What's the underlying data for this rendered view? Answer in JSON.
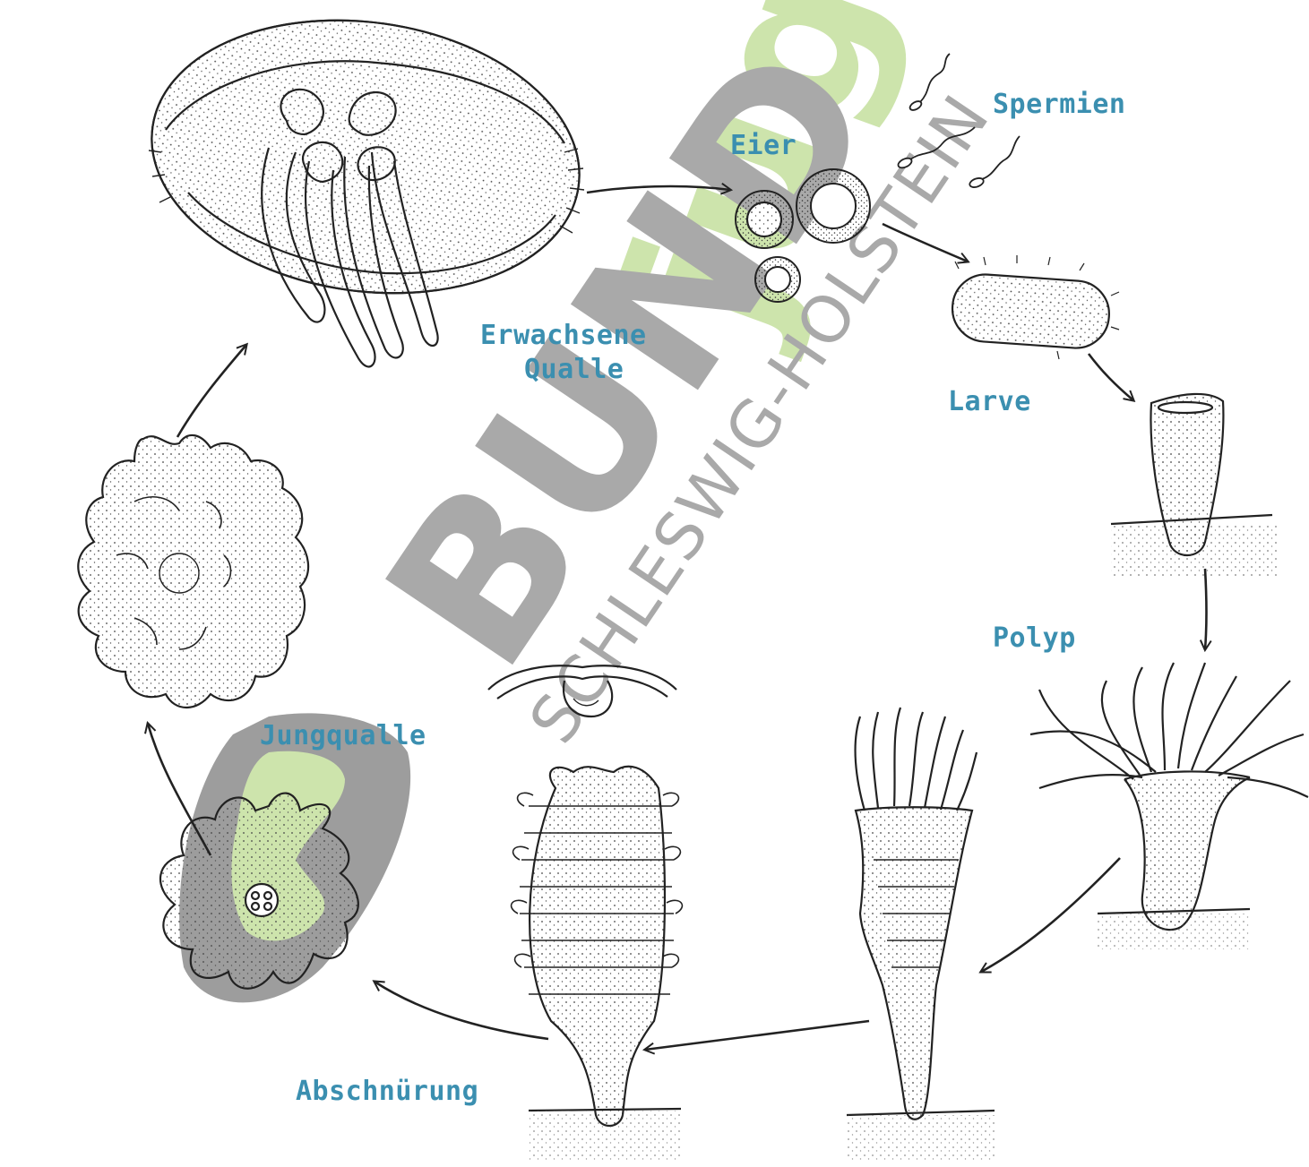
{
  "diagram": {
    "stages": {
      "adult": {
        "label_line1": "Erwachsene",
        "label_line2": "Qualle"
      },
      "eggs": {
        "label": "Eier"
      },
      "sperm": {
        "label": "Spermien"
      },
      "larva": {
        "label": "Larve"
      },
      "polyp": {
        "label": "Polyp"
      },
      "young": {
        "label": "Jungqualle"
      },
      "strobila": {
        "label": "Abschnürung"
      }
    }
  },
  "watermark": {
    "brand": "BUND",
    "brand_accent": "jugend",
    "region": "SCHLESWIG-HOLSTEIN"
  },
  "colors": {
    "label": "#3b8fb0",
    "ink": "#222222",
    "watermark_gray": "#8a8a8a",
    "watermark_green": "#b6d98b"
  }
}
